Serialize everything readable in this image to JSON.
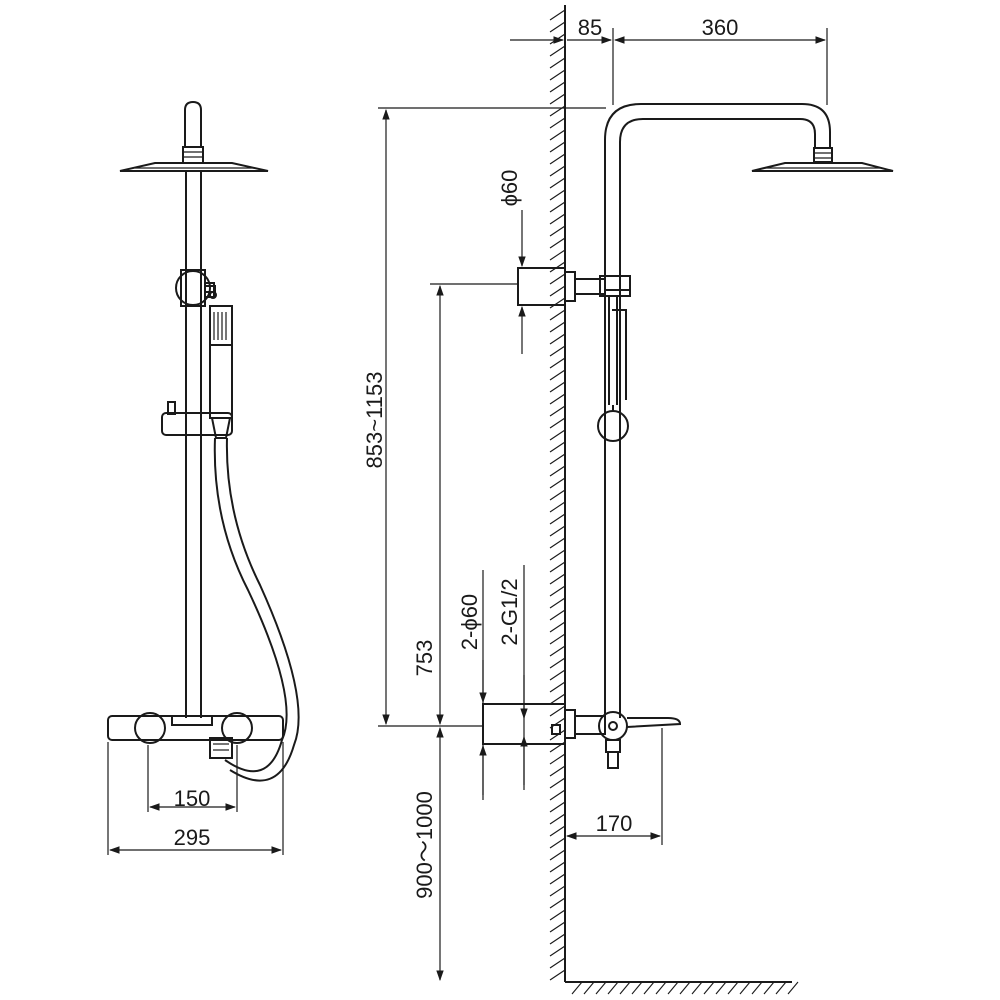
{
  "drawing": {
    "stroke_color": "#1a1a1a",
    "background": "#ffffff"
  },
  "dimensions": {
    "wall_offset": "85",
    "arm_reach": "360",
    "flange_diameter": "ϕ60",
    "height_range_top": "853~1153",
    "height_mid": "753",
    "inlet_flanges": "2-ϕ60",
    "inlet_thread": "2-G1/2",
    "floor_height": "900～1000",
    "spout_projection": "170",
    "inlet_spacing": "150",
    "mixer_width": "295"
  }
}
